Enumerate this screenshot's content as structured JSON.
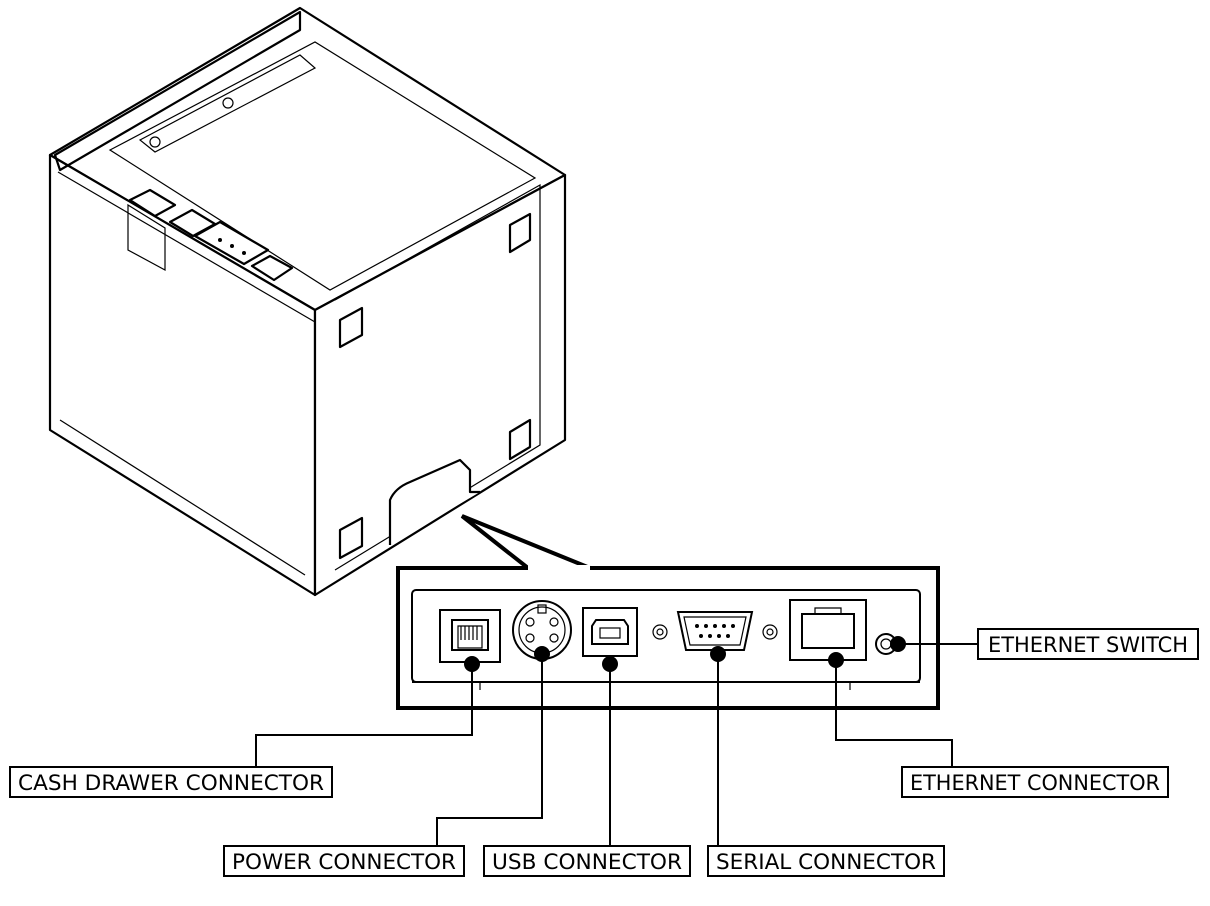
{
  "labels": {
    "ethernet_switch": "ETHERNET SWITCH",
    "cash_drawer_connector": "CASH DRAWER CONNECTOR",
    "ethernet_connector": "ETHERNET CONNECTOR",
    "power_connector": "POWER CONNECTOR",
    "usb_connector": "USB CONNECTOR",
    "serial_connector": "SERIAL CONNECTOR"
  },
  "colors": {
    "line": "#000000",
    "background": "#ffffff"
  }
}
